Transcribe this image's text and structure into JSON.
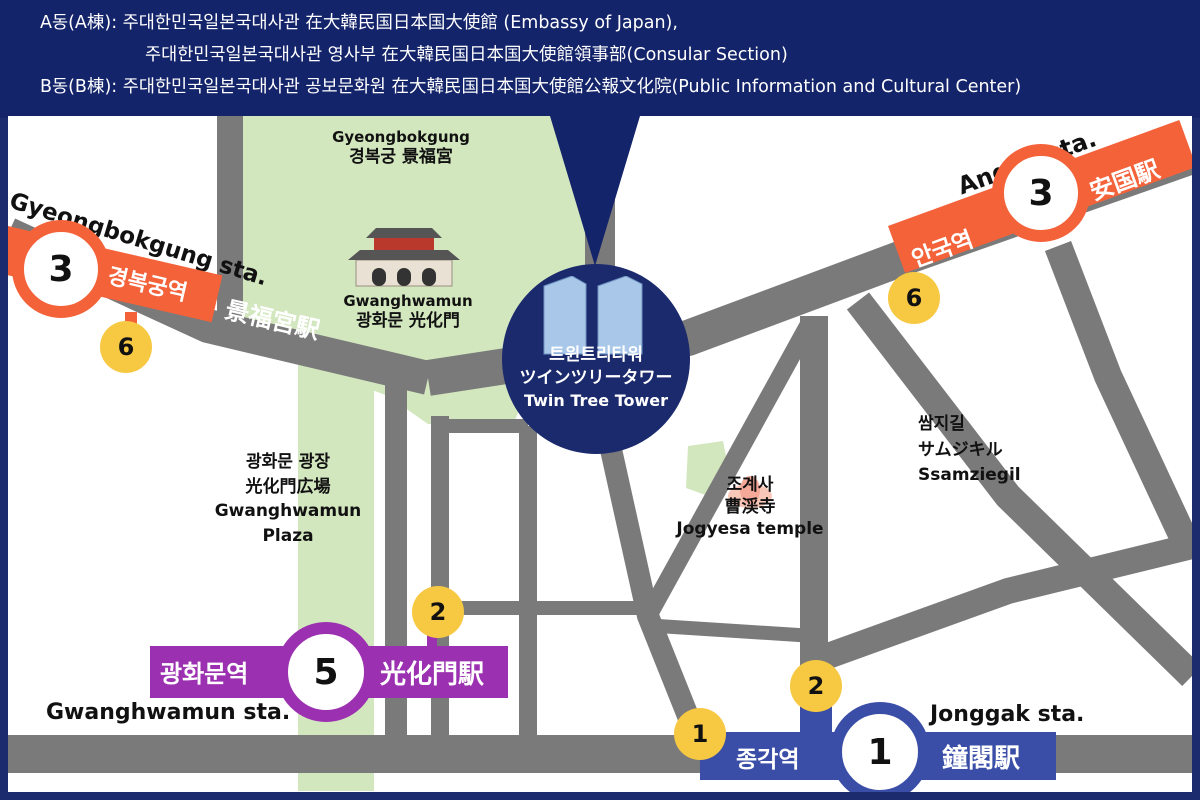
{
  "header": {
    "line1_prefix": "A동(A棟):",
    "line1_text": "주대한민국일본국대사관 在大韓民国日本国大使館 (Embassy of Japan),",
    "line2_text": "주대한민국일본국대사관 영사부 在大韓民国日本国大使館領事部(Consular Section)",
    "line3_prefix": "B동(B棟):",
    "line3_text": "주대한민국일본국대사관 공보문화원 在大韓民国日本国大使館公報文化院(Public Information and Cultural Center)"
  },
  "landmarks": {
    "gyeongbokgung_en": "Gyeongbokgung",
    "gyeongbokgung_ko": "경복궁 景福宮",
    "gwanghwamun_en": "Gwanghwamun",
    "gwanghwamun_ko": "광화문 光化門",
    "plaza_ko": "광화문 광장",
    "plaza_ja": "光化門広場",
    "plaza_en1": "Gwanghwamun",
    "plaza_en2": "Plaza",
    "jogyesa_ko": "조계사",
    "jogyesa_ja": "曹渓寺",
    "jogyesa_en": "Jogyesa temple",
    "ssamziegil_ko": "쌈지길",
    "ssamziegil_ja": "サムジキル",
    "ssamziegil_en": "Ssamziegil"
  },
  "tower": {
    "name_ko": "트윈트리타워",
    "name_ja": "ツインツリータワー",
    "name_en": "Twin Tree Tower"
  },
  "stations": {
    "gyeongbokgung": {
      "en": "Gyeongbokgung sta.",
      "ko": "경복궁역",
      "ja": "景福宮駅",
      "line": "3",
      "exit": "6",
      "color": "#f4623a"
    },
    "anguk": {
      "en": "Anguk sta.",
      "ko": "안국역",
      "ja": "安国駅",
      "line": "3",
      "exit": "6",
      "color": "#f4623a"
    },
    "gwanghwamun": {
      "en": "Gwanghwamun sta.",
      "ko": "광화문역",
      "ja": "光化門駅",
      "line": "5",
      "exit": "2",
      "color": "#9b31b0"
    },
    "jonggak": {
      "en": "Jonggak sta.",
      "ko": "종각역",
      "ja": "鐘閣駅",
      "line": "1",
      "exit_a": "1",
      "exit_b": "2",
      "color": "#3a4ea8"
    }
  },
  "colors": {
    "road": "#7a7a7a",
    "park": "#d3e7bf",
    "header_bg": "#14246a",
    "tower_bg": "#1a2a6c",
    "exit": "#f7c842"
  }
}
